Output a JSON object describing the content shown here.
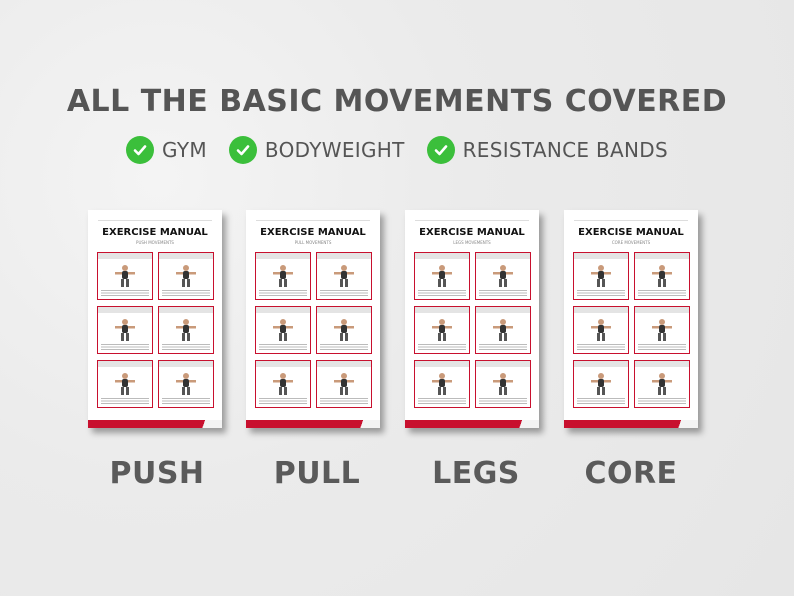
{
  "headline": "ALL THE BASIC MOVEMENTS COVERED",
  "features": [
    {
      "label": "GYM",
      "icon": "check-circle-icon"
    },
    {
      "label": "BODYWEIGHT",
      "icon": "check-circle-icon"
    },
    {
      "label": "RESISTANCE BANDS",
      "icon": "check-circle-icon"
    }
  ],
  "colors": {
    "accent": "#c8102e",
    "check": "#3bbf3b",
    "text": "#555555"
  },
  "manuals": [
    {
      "title": "EXERCISE MANUAL",
      "subtitle": "PUSH MOVEMENTS",
      "category": "PUSH"
    },
    {
      "title": "EXERCISE MANUAL",
      "subtitle": "PULL MOVEMENTS",
      "category": "PULL"
    },
    {
      "title": "EXERCISE MANUAL",
      "subtitle": "LEGS MOVEMENTS",
      "category": "LEGS"
    },
    {
      "title": "EXERCISE MANUAL",
      "subtitle": "CORE MOVEMENTS",
      "category": "CORE"
    }
  ]
}
